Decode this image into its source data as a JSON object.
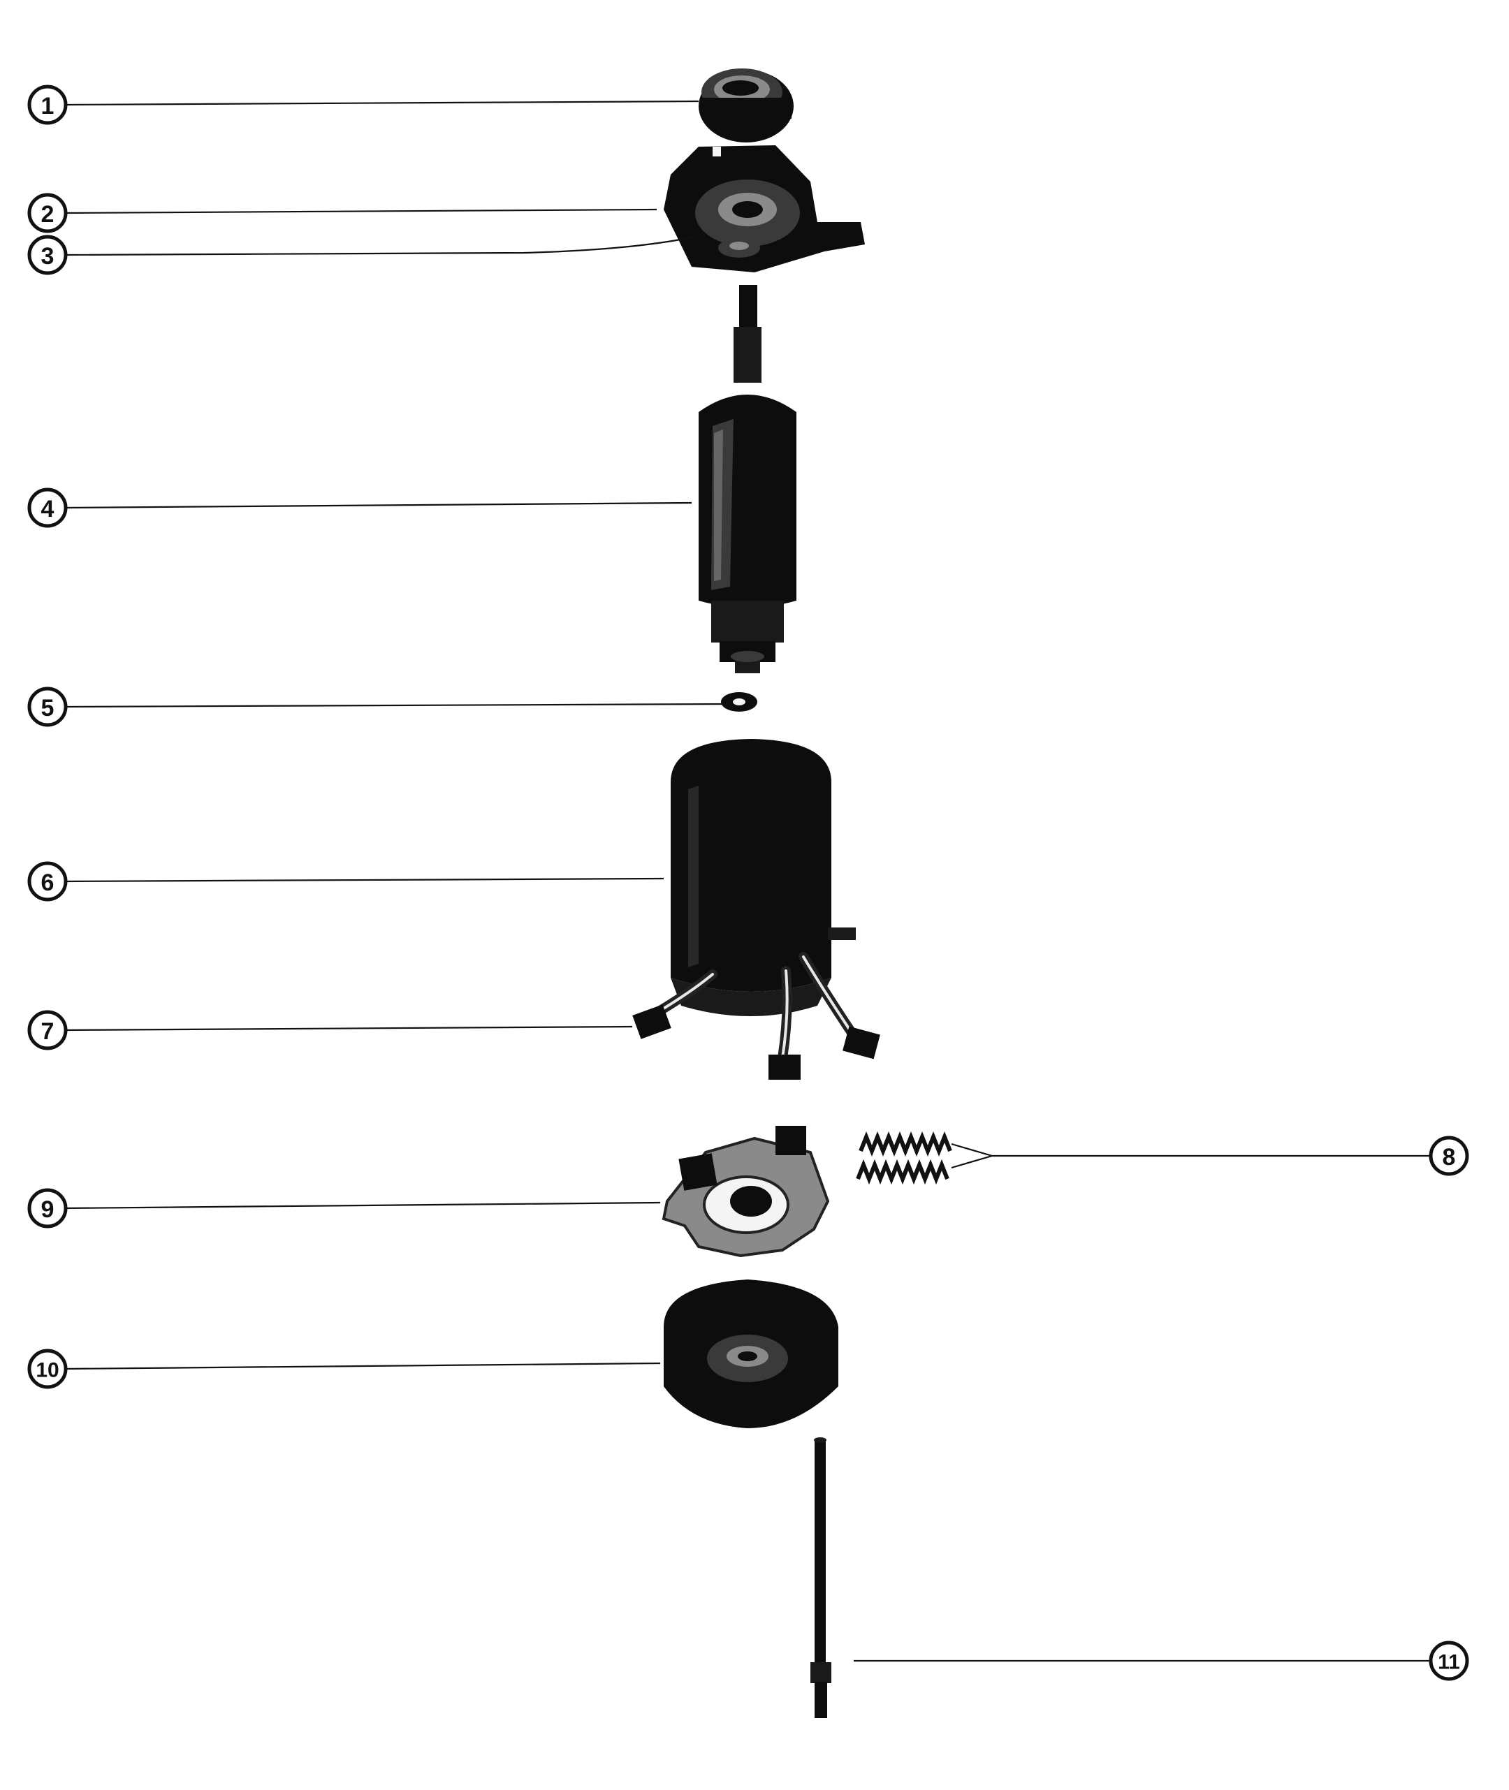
{
  "callouts": [
    {
      "id": "1",
      "label": "1"
    },
    {
      "id": "2",
      "label": "2"
    },
    {
      "id": "3",
      "label": "3"
    },
    {
      "id": "4",
      "label": "4"
    },
    {
      "id": "5",
      "label": "5"
    },
    {
      "id": "6",
      "label": "6"
    },
    {
      "id": "7",
      "label": "7"
    },
    {
      "id": "8",
      "label": "8"
    },
    {
      "id": "9",
      "label": "9"
    },
    {
      "id": "10",
      "label": "10"
    },
    {
      "id": "11",
      "label": "11"
    }
  ],
  "colors": {
    "ink": "#111111",
    "part_dark": "#1a1a1a",
    "background": "#ffffff"
  }
}
